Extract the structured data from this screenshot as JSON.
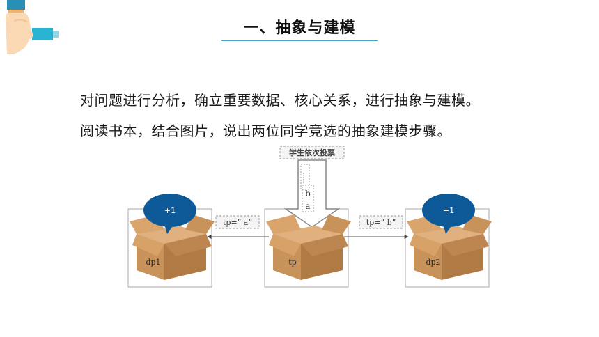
{
  "header": {
    "title": "一、抽象与建模"
  },
  "body": {
    "paragraph1": "对问题进行分析，确立重要数据、核心关系，进行抽象与建模。",
    "paragraph2": "阅读书本，结合图片，说出两位同学竞选的抽象建模步骤。"
  },
  "diagram": {
    "top_label": "学生依次投票",
    "queue_dots": "……",
    "queue_items": [
      "b",
      "a"
    ],
    "boxes": {
      "left": {
        "label": "dp1",
        "bubble": "+1"
      },
      "center": {
        "label": "tp"
      },
      "right": {
        "label": "dp2",
        "bubble": "+1"
      }
    },
    "left_condition": "tp=” a”",
    "right_condition": "tp=” b”"
  },
  "colors": {
    "title_underline": "#3ea8c4",
    "bubble": "#0e5a99",
    "box": "#c8935b",
    "corner_accent": "#2ab3d1"
  }
}
